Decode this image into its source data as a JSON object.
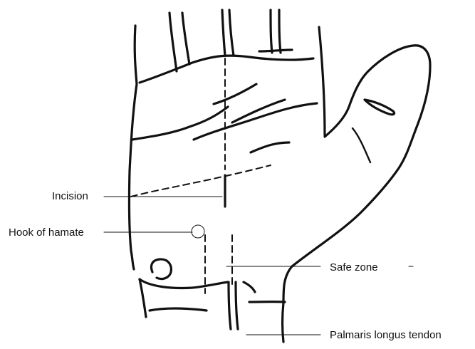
{
  "labels": {
    "incision": "Incision",
    "hook_of_hamate": "Hook of hamate",
    "safe_zone": "Safe zone",
    "palmaris_longus_tendon": "Palmaris longus tendon"
  },
  "colors": {
    "ink": "#111111",
    "background": "#ffffff"
  }
}
